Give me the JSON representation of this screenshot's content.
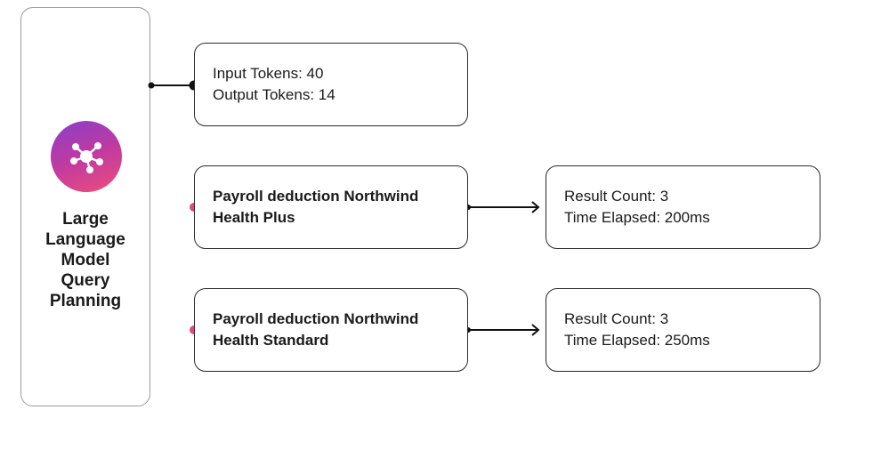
{
  "planner": {
    "icon": "network-node-icon",
    "title_lines": [
      "Large",
      "Language",
      "Model",
      "Query",
      "Planning"
    ]
  },
  "token_box": {
    "input_label": "Input Tokens",
    "input_value": "40",
    "output_label": "Output Tokens",
    "output_value": "14"
  },
  "queries": [
    {
      "text_lines": [
        "Payroll deduction Northwind",
        "Health Plus"
      ],
      "result_count_label": "Result Count",
      "result_count_value": "3",
      "time_label": "Time Elapsed",
      "time_value": "200ms"
    },
    {
      "text_lines": [
        "Payroll deduction Northwind",
        "Health Standard"
      ],
      "result_count_label": "Result Count",
      "result_count_value": "3",
      "time_label": "Time Elapsed",
      "time_value": "250ms"
    }
  ],
  "colors": {
    "accent_pink": "#e0497d",
    "accent_blue": "#2f6fd0",
    "connector": "#111111",
    "panel_border": "#9a9a9a"
  }
}
